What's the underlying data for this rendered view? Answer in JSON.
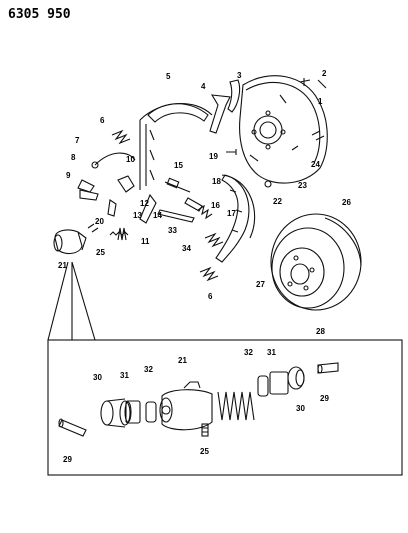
{
  "diagram": {
    "part_code": "6305 950",
    "callouts": [
      "1",
      "2",
      "3",
      "4",
      "5",
      "6",
      "7",
      "8",
      "9",
      "10",
      "11",
      "12",
      "13",
      "14",
      "15",
      "16",
      "17",
      "18",
      "19",
      "20",
      "21",
      "22",
      "23",
      "24",
      "25",
      "26",
      "27",
      "28",
      "29",
      "30",
      "31",
      "32",
      "33",
      "34"
    ]
  },
  "colors": {
    "ink": "#111111",
    "paper": "#ffffff"
  }
}
